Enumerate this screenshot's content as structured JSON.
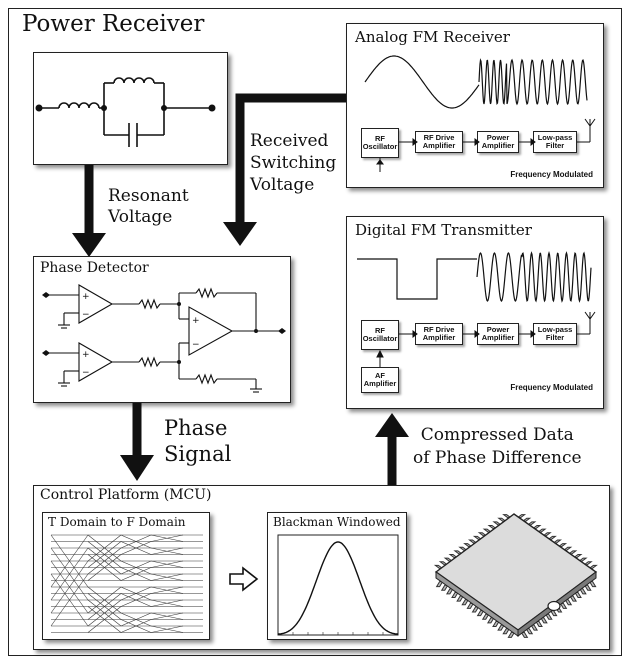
{
  "title": "Power Receiver",
  "boxes": {
    "analog_receiver": {
      "title": "Analog FM Receiver",
      "blocks": [
        "RF\nOscillator",
        "RF Drive\nAmplifier",
        "Power\nAmplifier",
        "Low-pass\nFilter"
      ],
      "footer": "Frequency Modulated"
    },
    "digital_transmitter": {
      "title": "Digital FM Transmitter",
      "blocks": [
        "RF\nOscillator",
        "RF Drive\nAmplifier",
        "Power\nAmplifier",
        "Low-pass\nFilter",
        "AF\nAmplifier"
      ],
      "footer": "Frequency Modulated"
    },
    "phase_detector": {
      "title": "Phase Detector"
    },
    "control_platform": {
      "title": "Control Platform (MCU)"
    },
    "fft": {
      "title": "T Domain to F Domain"
    },
    "blackman": {
      "title": "Blackman Windowed"
    }
  },
  "arrows": {
    "resonant": [
      "Resonant",
      "Voltage"
    ],
    "received": [
      "Received",
      "Switching",
      "Voltage"
    ],
    "phase": [
      "Phase",
      "Signal"
    ],
    "compressed": [
      "Compressed Data",
      "of Phase Difference"
    ]
  }
}
